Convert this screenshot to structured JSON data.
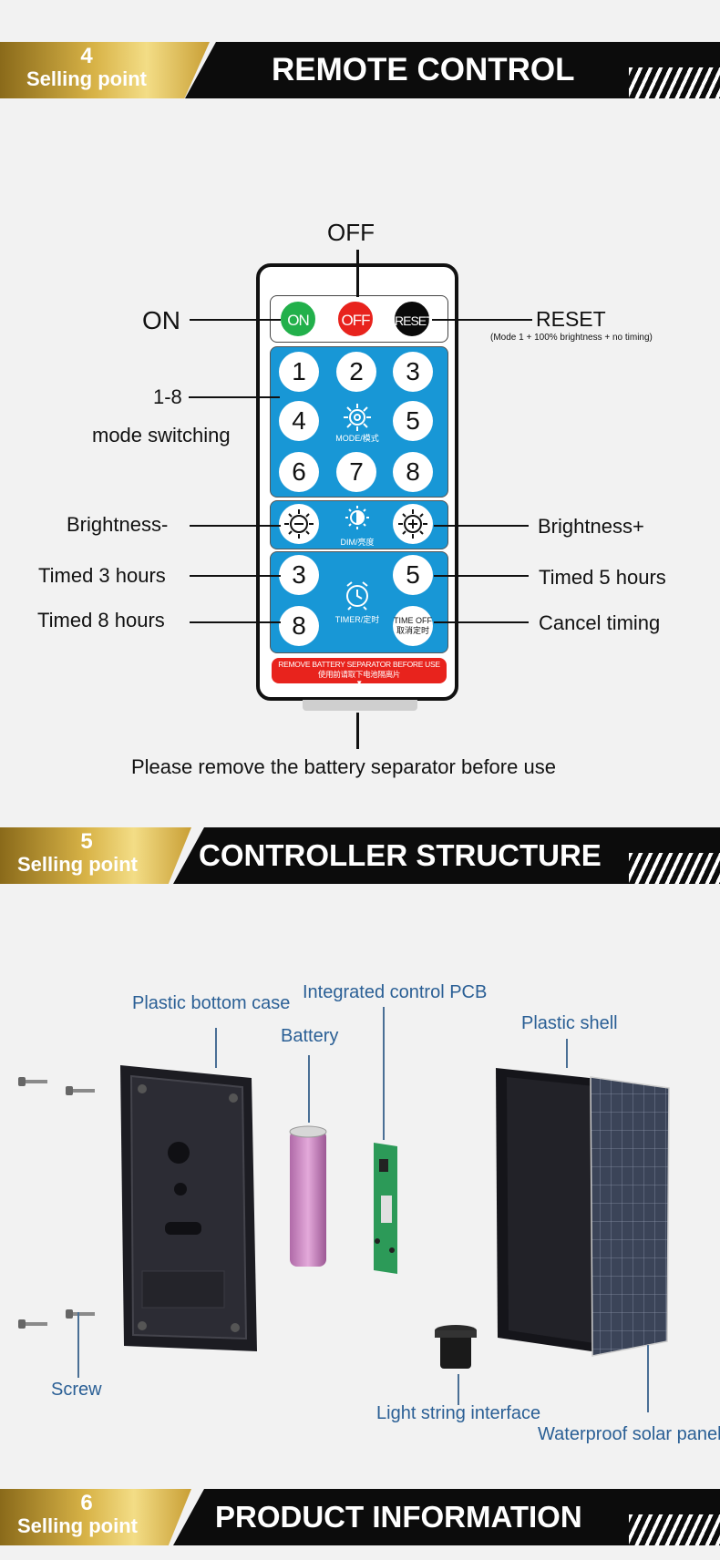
{
  "sections": [
    {
      "number": "4",
      "label": "Selling point",
      "title": "REMOTE CONTROL"
    },
    {
      "number": "5",
      "label": "Selling point",
      "title": "CONTROLLER STRUCTURE"
    },
    {
      "number": "6",
      "label": "Selling point",
      "title": "PRODUCT INFORMATION"
    }
  ],
  "remote": {
    "top_buttons": {
      "on": "ON",
      "off": "OFF",
      "reset": "RESET"
    },
    "numbers": [
      "1",
      "2",
      "3",
      "4",
      "5",
      "6",
      "7",
      "8"
    ],
    "mode_label": "MODE/模式",
    "dim_label": "DIM/亮度",
    "timer_numbers": [
      "3",
      "5",
      "8"
    ],
    "timer_label": "TIMER/定时",
    "time_off_label": "TIME OFF",
    "time_off_cn": "取消定时",
    "warning_en": "REMOVE BATTERY SEPARATOR BEFORE USE",
    "warning_cn": "使用前请取下电池隔离片"
  },
  "callouts": {
    "off": "OFF",
    "on": "ON",
    "reset": "RESET",
    "reset_note": "(Mode 1 + 100% brightness + no timing)",
    "mode_range": "1-8",
    "mode_switching": "mode switching",
    "brightness_minus": "Brightness-",
    "brightness_plus": "Brightness+",
    "timed3": "Timed 3 hours",
    "timed5": "Timed 5 hours",
    "timed8": "Timed 8 hours",
    "cancel": "Cancel timing",
    "separator": "Please remove the battery separator before use"
  },
  "structure": {
    "bottom_case": "Plastic bottom case",
    "pcb": "Integrated control PCB",
    "battery": "Battery",
    "shell": "Plastic shell",
    "screw": "Screw",
    "interface": "Light string interface",
    "solar": "Waterproof solar panel"
  },
  "colors": {
    "on": "#22b04b",
    "off": "#e8231d",
    "reset": "#0a0a0a",
    "panel": "#1897d6",
    "gold": "#d8b347",
    "label_blue": "#2a5f95"
  }
}
